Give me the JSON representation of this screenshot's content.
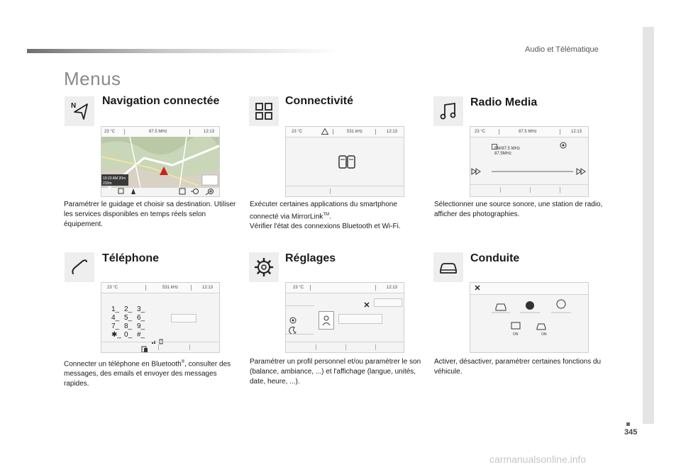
{
  "header": {
    "section": "Audio et Télématique"
  },
  "page": {
    "title": "Menus",
    "number": "345"
  },
  "watermark": "carmanualsonline.info",
  "menus": {
    "navigation": {
      "title": "Navigation connectée",
      "status": {
        "temp": "23 °C",
        "freq": "87.5 MHz",
        "time": "12:13"
      },
      "map": {
        "clock": "10:23 AM 20m",
        "distance": "233m"
      },
      "desc": "Paramétrer le guidage et choisir sa destination. Utiliser les services disponibles en temps réels selon équipement."
    },
    "connectivite": {
      "title": "Connectivité",
      "status": {
        "temp": "23 °C",
        "freq": "531 kHz",
        "time": "12:13"
      },
      "desc_1": "Exécuter certaines applications du smartphone connecté via MirrorLink",
      "desc_tm": "TM",
      "desc_2": ".",
      "desc_3": "Vérifier l'état des connexions Bluetooth et Wi-Fi."
    },
    "radio": {
      "title": "Radio Media",
      "status": {
        "temp": "23 °C",
        "freq": "87.5 MHz",
        "time": "12:13"
      },
      "station_1": "FM/87.5 MHz",
      "station_2": "87.5MHz",
      "desc": "Sélectionner une source sonore, une station de radio, afficher des photographies."
    },
    "telephone": {
      "title": "Téléphone",
      "status": {
        "temp": "23 °C",
        "freq": "531 kHz",
        "time": "12:13"
      },
      "keypad": [
        [
          "1_",
          "2_",
          "3_"
        ],
        [
          "4_",
          "5_",
          "6_"
        ],
        [
          "7_",
          "8_",
          "9_"
        ],
        [
          "✱_",
          "0_",
          "#_"
        ]
      ],
      "desc_1": "Connecter un téléphone en Bluetooth",
      "desc_reg": "®",
      "desc_2": ", consulter des messages, des emails et envoyer des messages rapides."
    },
    "reglages": {
      "title": "Réglages",
      "status": {
        "temp": "23 °C",
        "time": "12:13"
      },
      "desc": "Paramétrer un profil personnel et/ou paramétrer le son (balance, ambiance, ...) et l'affichage (langue, unités, date, heure, ...)."
    },
    "conduite": {
      "title": "Conduite",
      "toggle_1": "ON",
      "toggle_2": "ON",
      "desc": "Activer, désactiver, paramétrer certaines fonctions du véhicule."
    }
  }
}
